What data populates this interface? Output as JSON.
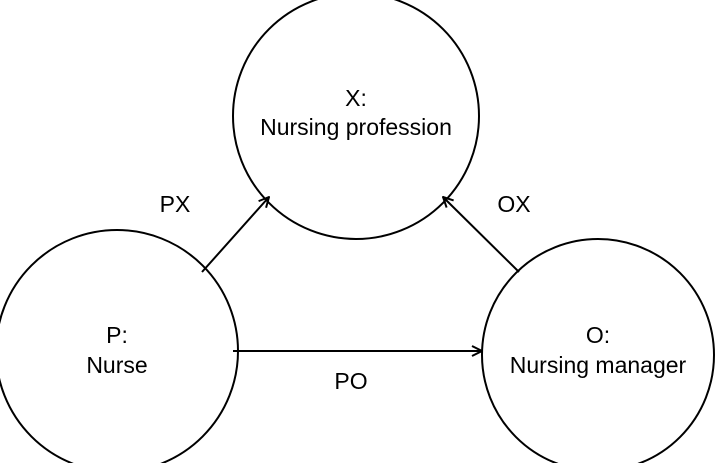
{
  "nodes": {
    "x": {
      "line1": "X:",
      "line2": "Nursing profession"
    },
    "p": {
      "line1": "P:",
      "line2": "Nurse"
    },
    "o": {
      "line1": "O:",
      "line2": "Nursing manager"
    }
  },
  "edges": {
    "px": {
      "label": "PX",
      "from": "P",
      "to": "X"
    },
    "ox": {
      "label": "OX",
      "from": "O",
      "to": "X"
    },
    "po": {
      "label": "PO",
      "from": "P",
      "to": "O"
    }
  },
  "colors": {
    "stroke": "#000000",
    "background": "#ffffff"
  }
}
